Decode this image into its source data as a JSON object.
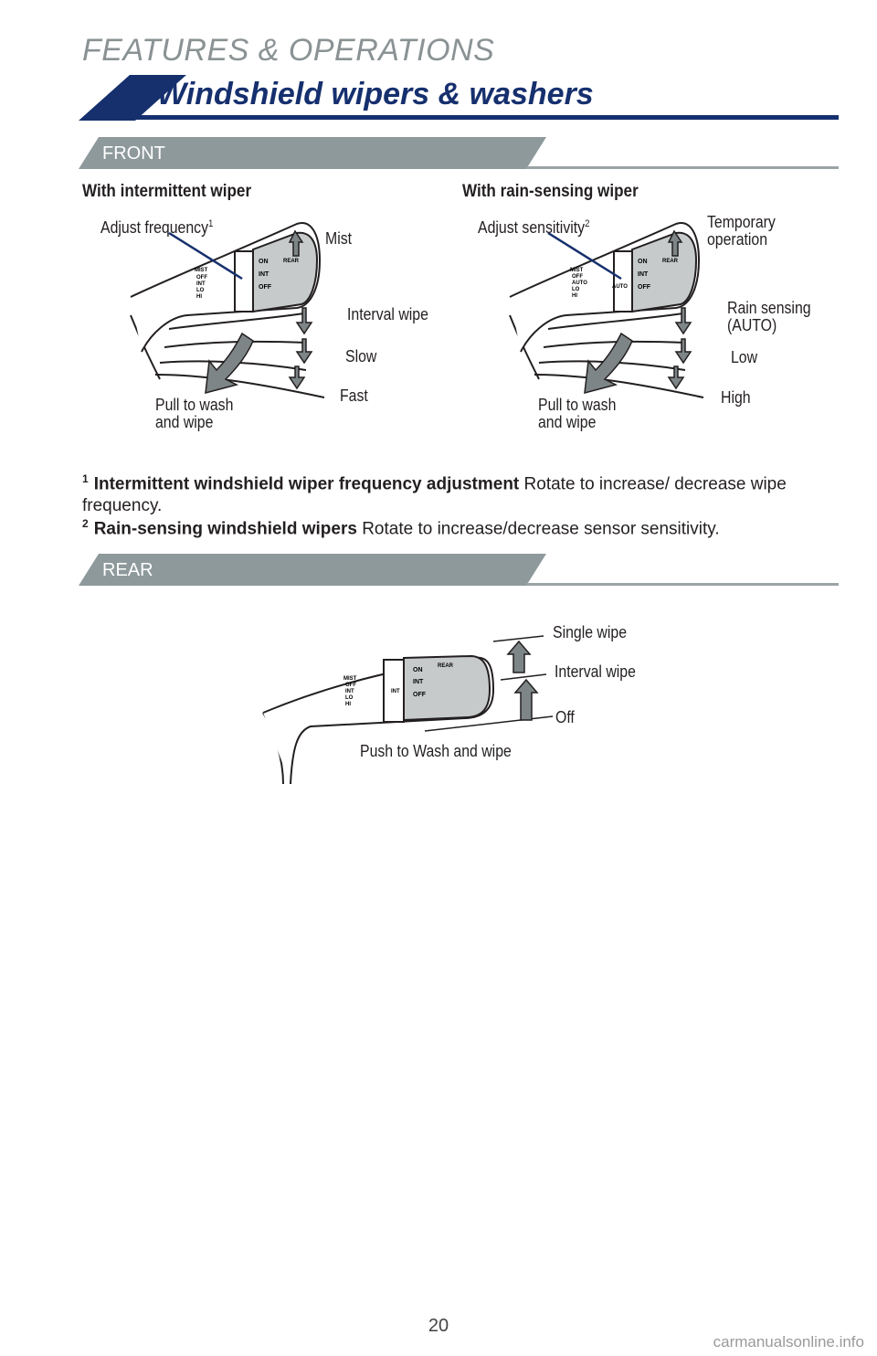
{
  "header": {
    "section": "FEATURES & OPERATIONS",
    "title": "Windshield wipers & washers"
  },
  "front": {
    "band_label": "FRONT",
    "intermittent": {
      "heading": "With intermittent wiper",
      "adjust": "Adjust frequency",
      "adjust_sup": "1",
      "mist": "Mist",
      "interval": "Interval wipe",
      "slow": "Slow",
      "fast": "Fast",
      "pull": "Pull to wash\nand wipe"
    },
    "rain": {
      "heading": "With rain-sensing wiper",
      "adjust": "Adjust sensitivity",
      "adjust_sup": "2",
      "temporary": "Temporary\noperation",
      "rain_sensing": "Rain sensing\n(AUTO)",
      "low": "Low",
      "high": "High",
      "pull": "Pull to wash\nand wipe"
    },
    "stalk_labels": {
      "mist": "MIST",
      "off": "OFF",
      "int": "INT",
      "auto": "AUTO",
      "lo": "LO",
      "hi": "HI",
      "on": "ON",
      "rear": "REAR"
    }
  },
  "notes": [
    {
      "num": "1",
      "bold": "Intermittent windshield wiper frequency adjustment",
      "text": " Rotate to increase/ decrease wipe frequency."
    },
    {
      "num": "2",
      "bold": "Rain-sensing windshield wipers",
      "text": " Rotate to increase/decrease sensor sensitivity."
    }
  ],
  "rear": {
    "band_label": "REAR",
    "single": "Single wipe",
    "interval": "Interval wipe",
    "off": "Off",
    "push": "Push to Wash and wipe"
  },
  "page_number": "20",
  "watermark": "carmanualsonline.info",
  "colors": {
    "navy": "#16306e",
    "band_gray": "#8e999b",
    "rule_gray": "#9aa3a5",
    "title_gray": "#8a9294",
    "arrow_fill": "#7d8587"
  }
}
